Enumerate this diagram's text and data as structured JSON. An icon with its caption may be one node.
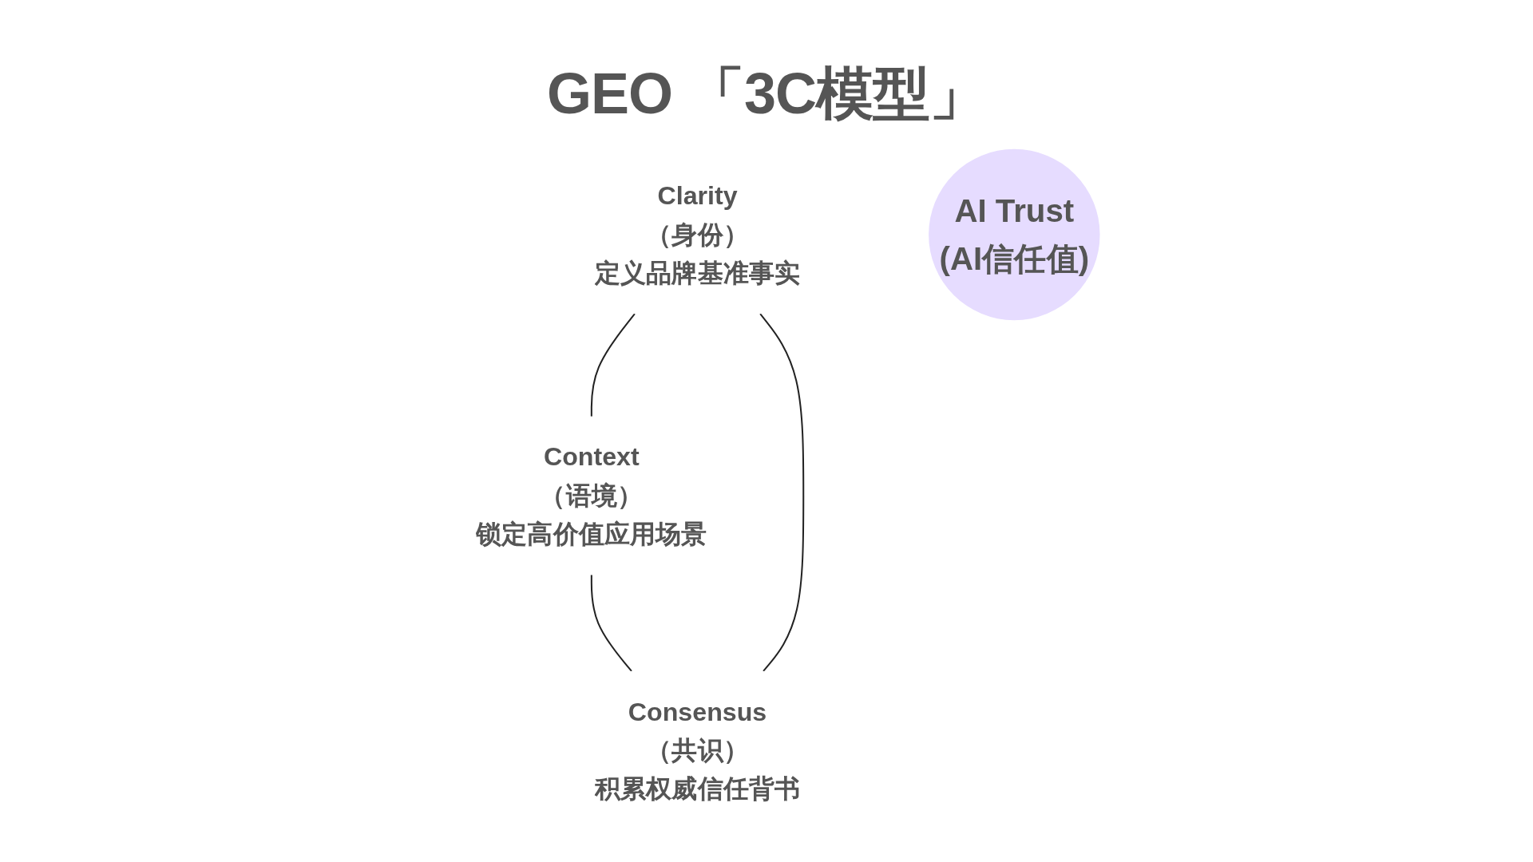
{
  "diagram": {
    "title": "GEO 「3C模型」",
    "nodes": [
      {
        "text": [
          "Clarity",
          "（身份）",
          "定义品牌基准事实"
        ]
      },
      {
        "text": [
          "Context",
          "（语境）",
          "锁定高价值应用场景"
        ]
      },
      {
        "text": [
          "AI Trust",
          "(AI信任值)"
        ]
      },
      {
        "text": [
          "Consensus",
          "（共识）",
          "积累权威信任背书"
        ]
      }
    ],
    "edges": [
      {
        "from": 0,
        "to": 1,
        "arrow": "none"
      },
      {
        "from": 1,
        "to": 3,
        "arrow": "none"
      },
      {
        "from": 3,
        "to": 0,
        "arrow": "none"
      }
    ]
  }
}
